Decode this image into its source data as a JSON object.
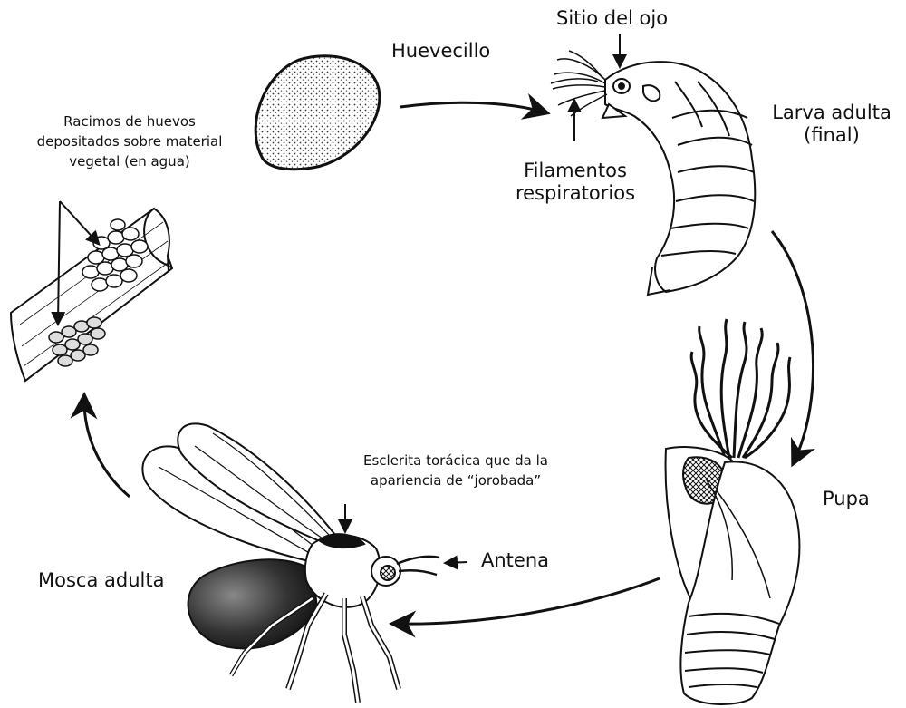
{
  "labels": {
    "egg": "Huevecillo",
    "eye_site": "Sitio del ojo",
    "mature_larva": [
      "Larva adulta",
      "(final)"
    ],
    "respiratory_filaments": [
      "Filamentos",
      "respiratorios"
    ],
    "egg_clusters": [
      "Racimos de huevos",
      "depositados sobre material",
      "vegetal (en agua)"
    ],
    "pupa": "Pupa",
    "thoracic_sclerite": [
      "Esclerita torácica que da la",
      "apariencia de “jorobada”"
    ],
    "antenna": "Antena",
    "adult_fly": "Mosca adulta"
  }
}
